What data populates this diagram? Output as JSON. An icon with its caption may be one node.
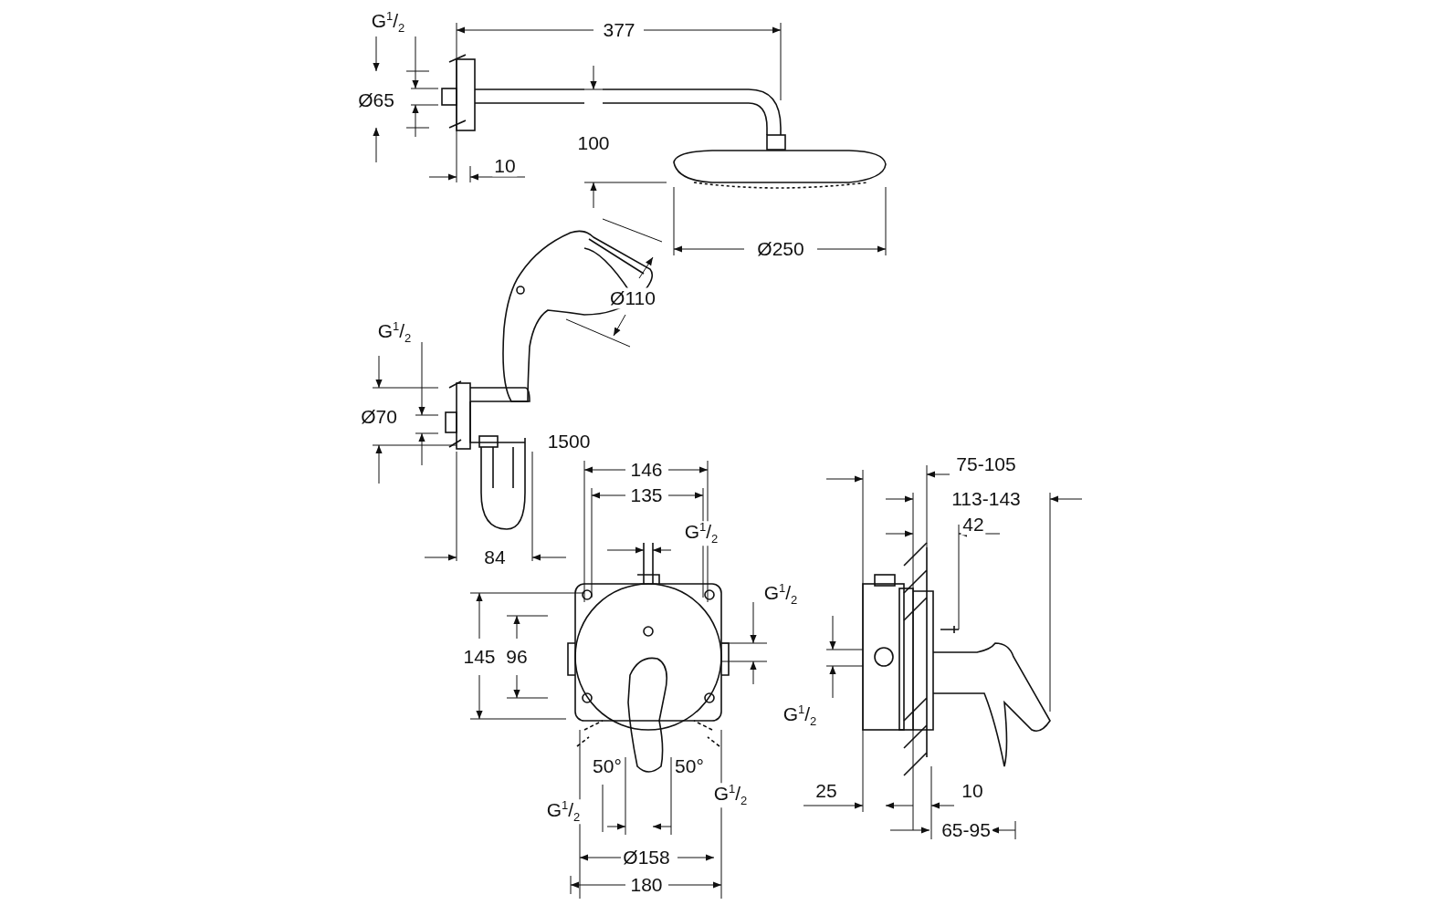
{
  "diagram": {
    "labels": [
      "G$^{1}$/$_{2}$",
      "377",
      "Ø65",
      "100",
      "10",
      "Ø250",
      "Ø110",
      "G$^{1}$/$_{2}$",
      "Ø70",
      "1500",
      "84",
      "146",
      "135",
      "G$^{1}$/$_{2}$",
      "75-105",
      "113-143",
      "42",
      "G$^{1}$/$_{2}$",
      "145",
      "96",
      "G$^{1}$/$_{2}$",
      "50°",
      "50°",
      "25",
      "10",
      "G$^{1}$/$_{2}$",
      "G$^{1}$/$_{2}$",
      "Ø158",
      "65-95",
      "180"
    ]
  }
}
